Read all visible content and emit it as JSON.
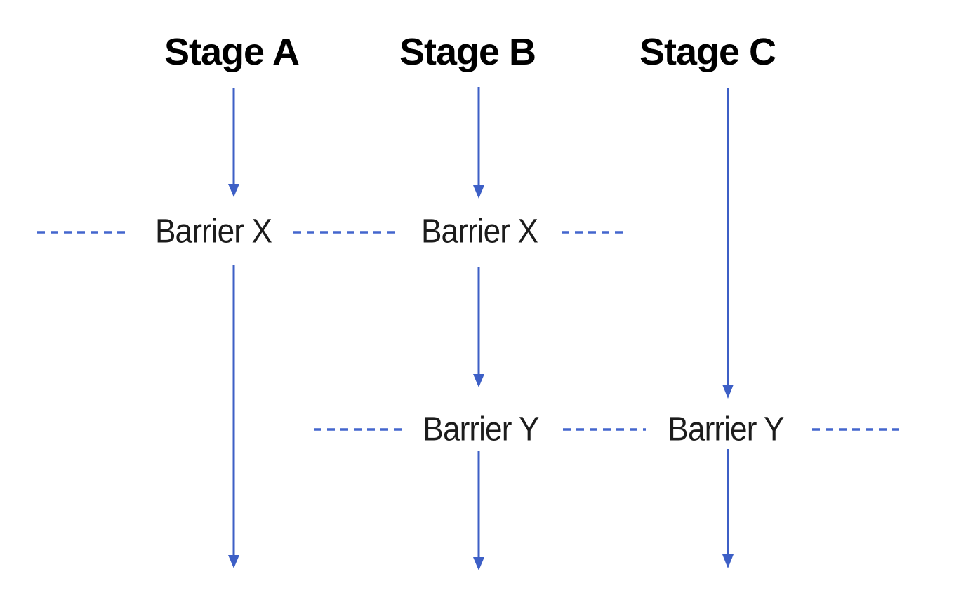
{
  "diagram": {
    "stages": [
      {
        "label": "Stage A"
      },
      {
        "label": "Stage B"
      },
      {
        "label": "Stage C"
      }
    ],
    "barriers": {
      "x_stage_a": {
        "label": "Barrier X"
      },
      "x_stage_b": {
        "label": "Barrier X"
      },
      "y_stage_b": {
        "label": "Barrier Y"
      },
      "y_stage_c": {
        "label": "Barrier Y"
      }
    },
    "colors": {
      "arrow": "#3d5fc6",
      "dash": "#4466cd",
      "title": "#000000",
      "label": "#1c1c1c",
      "background": "#ffffff"
    }
  }
}
